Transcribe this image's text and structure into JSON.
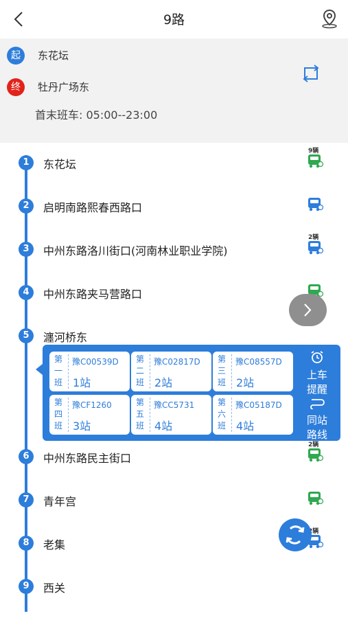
{
  "header": {
    "title": "9路"
  },
  "info": {
    "start_badge": "起",
    "end_badge": "终",
    "start_stop": "东花坛",
    "end_stop": "牡丹广场东",
    "schedule": "首末班车: 05:00--23:00"
  },
  "stops": [
    {
      "num": "1",
      "name": "东花坛",
      "bus_count": "9辆",
      "bus_color": "#2fa84f"
    },
    {
      "num": "2",
      "name": "启明南路熙春西路口",
      "bus_count": "",
      "bus_color": "#2d7ddb"
    },
    {
      "num": "3",
      "name": "中州东路洛川街口(河南林业职业学院)",
      "bus_count": "2辆",
      "bus_color": "#2d7ddb"
    },
    {
      "num": "4",
      "name": "中州东路夹马营路口",
      "bus_count": "",
      "bus_color": "#2fa84f"
    },
    {
      "num": "5",
      "name": "瀍河桥东",
      "bus_count": "",
      "bus_color": ""
    },
    {
      "num": "6",
      "name": "中州东路民主街口",
      "bus_count": "2辆",
      "bus_color": "#2fa84f"
    },
    {
      "num": "7",
      "name": "青年宫",
      "bus_count": "",
      "bus_color": "#2fa84f"
    },
    {
      "num": "8",
      "name": "老集",
      "bus_count": "2辆",
      "bus_color": "#2d7ddb"
    },
    {
      "num": "9",
      "name": "西关",
      "bus_count": "",
      "bus_color": ""
    }
  ],
  "arrivals": [
    {
      "shift": "第一班",
      "plate": "豫C00539D",
      "eta": "1站"
    },
    {
      "shift": "第二班",
      "plate": "豫C02817D",
      "eta": "2站"
    },
    {
      "shift": "第三班",
      "plate": "豫C08557D",
      "eta": "2站"
    },
    {
      "shift": "第四班",
      "plate": "豫CF1260",
      "eta": "3站"
    },
    {
      "shift": "第五班",
      "plate": "豫CC5731",
      "eta": "4站"
    },
    {
      "shift": "第六班",
      "plate": "豫C05187D",
      "eta": "4站"
    }
  ],
  "popup_side": {
    "remind": "上车提醒",
    "same_stop": "同站路线"
  },
  "colors": {
    "accent": "#2d7ddb",
    "start": "#2d7ddb",
    "end": "#e2231a",
    "bus_green": "#2fa84f",
    "panel_bg": "#f2f2f2"
  },
  "icons": {
    "back": "chevron-left-icon",
    "location": "location-pin-icon",
    "swap": "swap-direction-icon",
    "alarm": "alarm-clock-icon",
    "route": "route-icon",
    "next": "chevron-right-icon",
    "refresh": "refresh-icon",
    "bus": "bus-icon"
  }
}
